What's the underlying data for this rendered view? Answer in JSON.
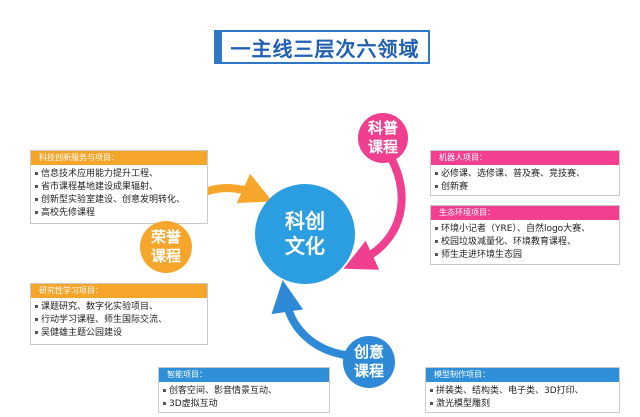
{
  "title": "一主线三层次六领域",
  "center": {
    "line1": "科创",
    "line2": "文化"
  },
  "circles": {
    "rongyu": {
      "line1": "荣誉",
      "line2": "课程"
    },
    "kepu": {
      "line1": "科普",
      "line2": "课程"
    },
    "chuangyi": {
      "line1": "创意",
      "line2": "课程"
    }
  },
  "boxes": {
    "keji_chuangxin": {
      "header": "科技创新服务与项目：",
      "lines": [
        "信息技术应用能力提升工程、",
        "省市课程基地建设成果辐射、",
        "创新型实验室建设、创意发明转化、",
        "高校先修课程"
      ]
    },
    "yanjiuxing": {
      "header": "研究性学习项目：",
      "lines": [
        "课题研究、数字化实验项目、",
        "行动学习课程、师生国际交流、",
        "吴健雄主题公园建设"
      ]
    },
    "jiqiren": {
      "header": "机器人项目：",
      "lines": [
        "必修课、选修课、普及赛、竞技赛、",
        "创新赛"
      ]
    },
    "shengtai": {
      "header": "生态环境项目：",
      "lines": [
        "环境小记者（YRE）、自然logo大赛、",
        "校园垃圾减量化、环境教育课程、",
        "师生走进环境生态园"
      ]
    },
    "zhihui": {
      "header": "智能项目：",
      "lines": [
        "创客空间、影音情景互动、",
        "3D虚拟互动"
      ]
    },
    "moxing": {
      "header": "模型制作项目：",
      "lines": [
        "拼装类、结构类、电子类、3D打印、",
        "激光模型雕刻"
      ]
    }
  },
  "colors": {
    "blue": "#2b9de1",
    "orange": "#f6a62a",
    "pink": "#f03f8e",
    "dark_blue": "#2e8ad6"
  }
}
